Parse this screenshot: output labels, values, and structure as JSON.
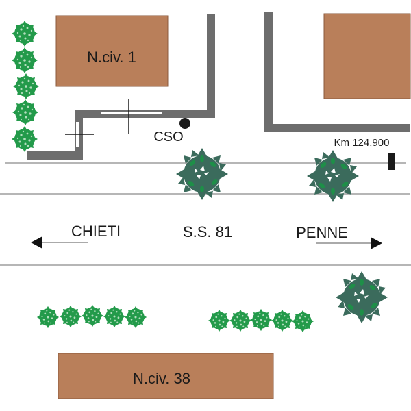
{
  "map": {
    "road_name": "S.S. 81",
    "direction_left": "CHIETI",
    "direction_right": "PENNE",
    "km_marker": "Km 124,900",
    "cso_label": "CSO",
    "buildings": [
      {
        "label": "N.civ. 1"
      },
      {
        "label": ""
      },
      {
        "label": "N.civ. 38"
      }
    ]
  },
  "colors": {
    "building": "#b97f5a",
    "wall": "#6d6d6d",
    "hedge": "#239a4a",
    "tree_dark": "#3b6b5c",
    "tree_light": "#1e8f48",
    "road_edge": "#8a8a8a"
  }
}
